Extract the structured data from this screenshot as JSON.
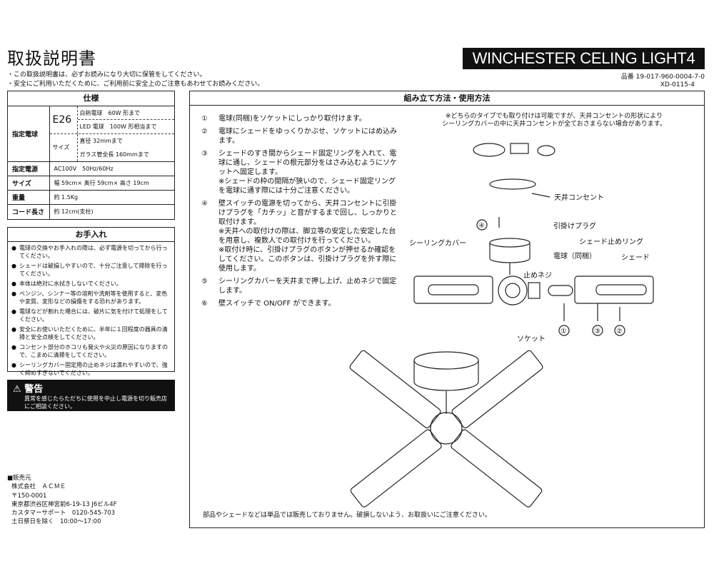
{
  "title": "取扱説明書",
  "notes": [
    "・この取扱説明書は、必ずお読みになり大切に保管をしてください。",
    "・安全にご利用いただくために、ご利用前に安全上のご注意もあわせてお読みください。"
  ],
  "brand": "WINCHESTER CELING LIGHT4",
  "part_number": "品番 19-017-960-0004-7-0",
  "model": "XD-0115-4",
  "spec": {
    "heading": "仕様",
    "bulb_label": "指定電球",
    "socket": "E26",
    "bulb_rows": [
      "白熱電球　60W 形まで",
      "LED 電球　100W 形相当まで"
    ],
    "size_label": "サイズ",
    "size_rows": [
      "直径 32mmまで",
      "ガラス管全長 160mmまで"
    ],
    "rows": [
      {
        "k": "指定電源",
        "v": "AC100V　50Hz/60Hz"
      },
      {
        "k": "サイズ",
        "v": "幅 59cm× 奥行 59cm× 高さ 19cm"
      },
      {
        "k": "重量",
        "v": "約 1.5Kg"
      },
      {
        "k": "コード長さ",
        "v": "約 12cm(支柱)"
      }
    ]
  },
  "care": {
    "heading": "お手入れ",
    "items": [
      "電球の交換やお手入れの際は、必ず電源を切ってから行ってください。",
      "シェードは破損しやすいので、十分ご注意して掃除を行ってください。",
      "本体は絶対に水拭きしないでください。",
      "ベンジン、シンナー等の溶剤や洗剤等を使用すると、変色や変質、変形などの損傷をする恐れがあります。",
      "電球などが割れた場合には、破片に気を付けて処理をしてください。",
      "安全にお使いいただくために、半年に１回程度の器具の清掃と安全点検をしてください。",
      "コンセント部分のホコリも発火や火災の原因になりますので、こまめに清掃をしてください。",
      "シーリングカバー固定用の止めネジは潰れやすいので、強く締めすぎないでください。"
    ]
  },
  "warning": {
    "icon": "warning-triangle-icon",
    "heading": "警告",
    "text": "異常を感じたらただちに使用を中止し電源を切り販売店にご相談ください。"
  },
  "vendor": {
    "heading": "■販売元",
    "company": "株式会社　ＡＣＭＥ",
    "zip": "〒150-0001",
    "address": "東京都渋谷区神宮前6-19-13 J6ビル4F",
    "support": "カスタマーサポート　0120-545-703",
    "hours": "土日祭日を除く　10:00〜17:00"
  },
  "instructions": {
    "heading": "組み立て方法・使用方法",
    "steps": [
      {
        "n": "①",
        "text": "電球(同梱)をソケットにしっかり取付けます。"
      },
      {
        "n": "②",
        "text": "電球にシェードをゆっくりかぶせ、ソケットにはめ込みます。"
      },
      {
        "n": "③",
        "text": "シェードのすき間からシェード固定リングを入れて、電球に通し、シェードの根元部分をはさみ込むようにソケットへ固定します。",
        "sub": [
          "※シェードの枠の間隔が狭いので、シェード固定リングを電球に通す際には十分ご注意ください。"
        ]
      },
      {
        "n": "④",
        "text": "壁スイッチの電源を切ってから、天井コンセントに引掛けプラグを「カチッ」と音がするまで回し、しっかりと取付けます。",
        "sub": [
          "※天井への取付けの際は、脚立等の安定した安定した台を用意し、複数人での取付けを行ってください。",
          "※取付け時に、引掛けプラグのボタンが押せるか確認をしてください。このボタンは、引掛けプラグを外す際に使用します。"
        ]
      },
      {
        "n": "⑤",
        "text": "シーリングカバーを天井まで押し上げ、止めネジで固定します。"
      },
      {
        "n": "⑥",
        "text": "壁スイッチで ON/OFF ができます。"
      }
    ],
    "diagram_note": [
      "※どちらのタイプでも取り付けは可能ですが、天井コンセントの形状により",
      "シーリングカバーの中に天井コンセントが全ておさまらない場合があります。"
    ],
    "labels": {
      "outlet": "天井コンセント",
      "plug": "引掛けプラグ",
      "cover": "シーリングカバー",
      "ring": "シェード止めリング",
      "bulb": "電球（同梱）",
      "shade": "シェード",
      "screw": "止めネジ",
      "socket": "ソケット",
      "n1": "①",
      "n2": "②",
      "n3": "③",
      "n4": "④"
    },
    "footer": "部品やシェードなどは単品では販売しておりません。破損しないよう、お取扱いにご注意ください。"
  }
}
